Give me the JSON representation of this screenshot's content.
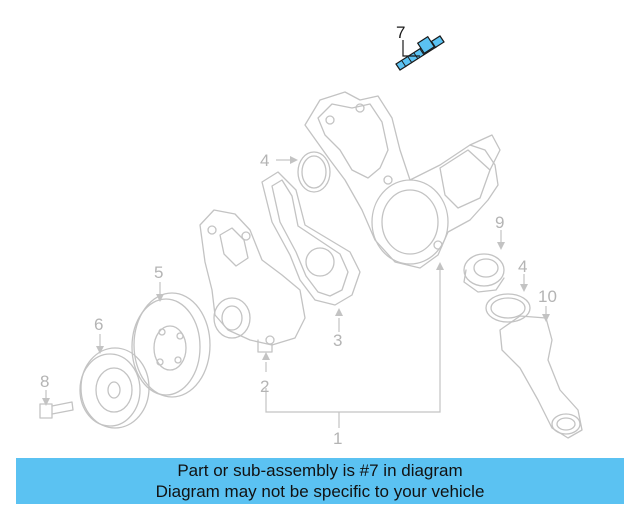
{
  "callouts": {
    "c1": "1",
    "c2": "2",
    "c3": "3",
    "c4a": "4",
    "c4b": "4",
    "c5": "5",
    "c6": "6",
    "c7": "7",
    "c8": "8",
    "c9": "9",
    "c10": "10"
  },
  "banner": {
    "line1": "Part or sub-assembly is #7 in diagram",
    "line2": "Diagram may not be specific to your vehicle"
  },
  "colors": {
    "banner_bg": "#5bc2f2",
    "highlight_part": "#5bc2f2",
    "line_art": "#c3c3c3"
  }
}
